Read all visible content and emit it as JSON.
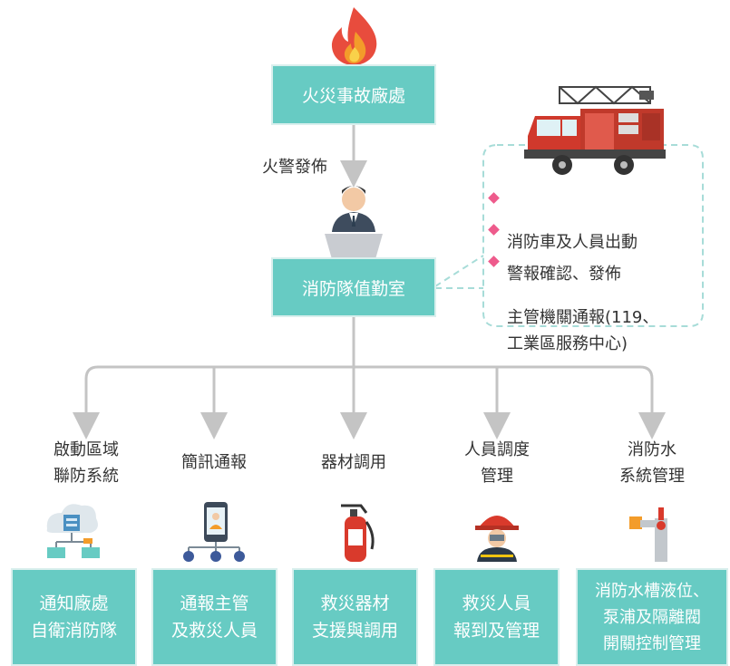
{
  "top_box": "火災事故廠處",
  "alert_label": "火警發佈",
  "control_room": "消防隊值勤室",
  "callout": [
    "消防車及人員出動",
    "警報確認、發佈",
    "主管機關通報(119、\n工業區服務中心)"
  ],
  "branches": [
    {
      "label": "啟動區域\n聯防系統",
      "box": "通知廠處\n自衛消防隊",
      "icon": "network-cloud-icon"
    },
    {
      "label": "簡訊通報",
      "box": "通報主管\n及救災人員",
      "icon": "phone-people-icon"
    },
    {
      "label": "器材調用",
      "box": "救災器材\n支援與調用",
      "icon": "fire-extinguisher-icon"
    },
    {
      "label": "人員調度\n管理",
      "box": "救災人員\n報到及管理",
      "icon": "firefighter-icon"
    },
    {
      "label": "消防水\n系統管理",
      "box": "消防水槽液位、\n泵浦及隔離閥\n開關控制管理",
      "icon": "water-valve-icon"
    }
  ],
  "colors": {
    "box": "#67cbc3",
    "line": "#c4c4c4",
    "diamond": "#ee5b8c",
    "dash": "#a7dcd8"
  }
}
